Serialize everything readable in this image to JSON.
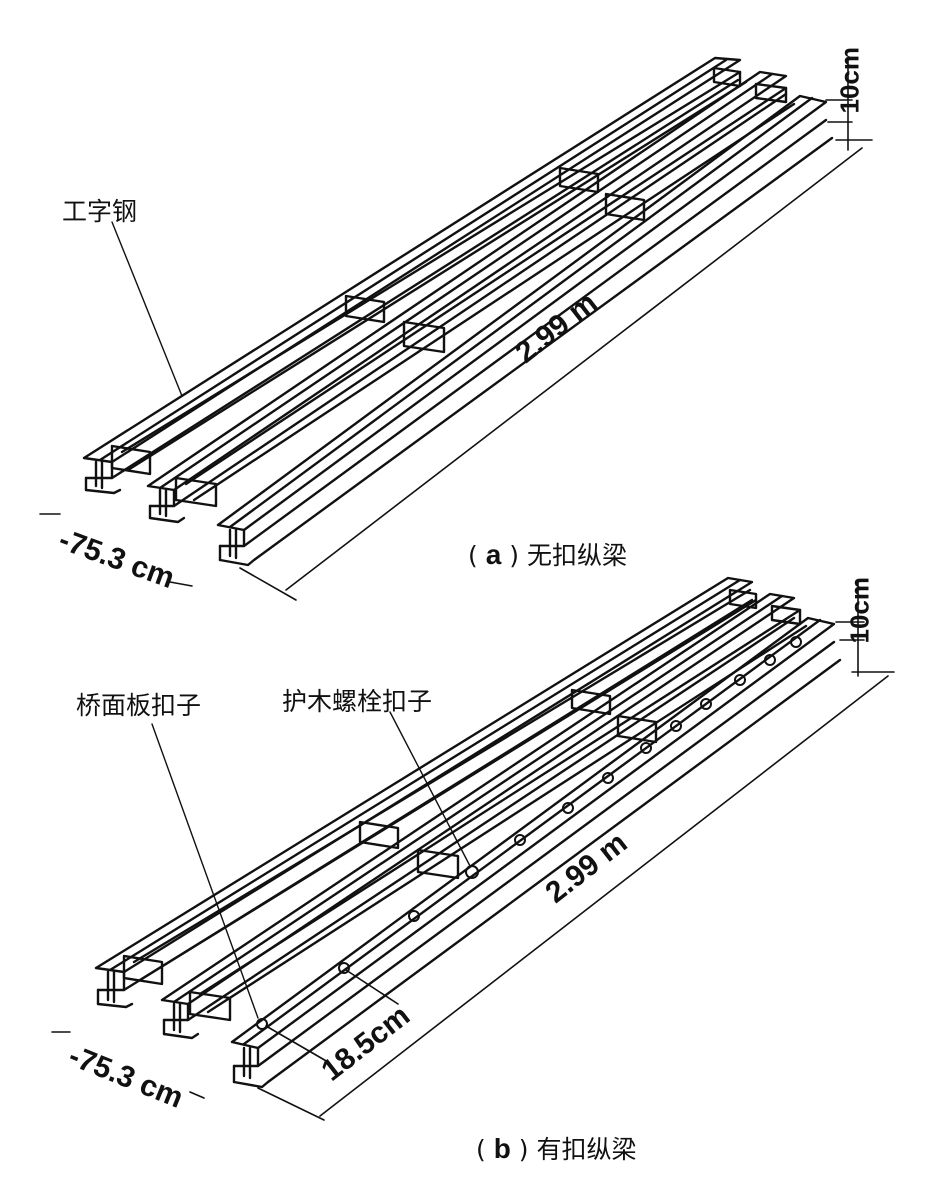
{
  "diagram_a": {
    "label_steel": "工字钢",
    "dim_length": "2.99 m",
    "dim_width": "-75.3 cm",
    "dim_height": "10cm",
    "caption_open": "(",
    "caption_letter": "a",
    "caption_close": ")",
    "caption_text": "无扣纵梁"
  },
  "diagram_b": {
    "label_deck_clip": "桥面板扣子",
    "label_guard_bolt_clip": "护木螺栓扣子",
    "dim_length": "2.99 m",
    "dim_width": "-75.3 cm",
    "dim_height": "10cm",
    "dim_spacing": "18.5cm",
    "caption_open": "(",
    "caption_letter": "b",
    "caption_close": ")",
    "caption_text": "有扣纵梁"
  }
}
